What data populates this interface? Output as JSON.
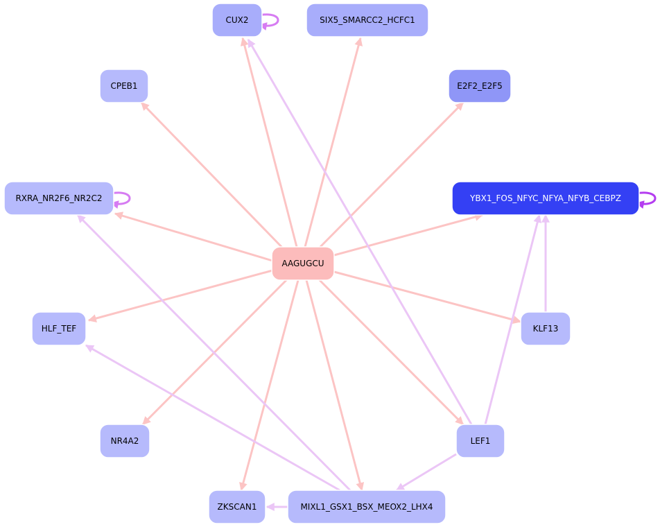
{
  "colors": {
    "pink_edge": "#fcc4c4",
    "purple_edge": "#ebc6f6",
    "self_loop": "#d67cf2",
    "self_loop_dark": "#b43df0",
    "hub_fill": "#fcbcbc",
    "node_fill": "#b6bafc",
    "node_fill_mid": "#a8adfb",
    "node_fill_dark": "#8f96f7",
    "node_fill_strong": "#3440f4",
    "text": "#000000",
    "text_light": "#ffffff"
  },
  "nodes": [
    {
      "id": "hub",
      "label": "AAGUGCU",
      "fill": "hub_fill",
      "text": "text"
    },
    {
      "id": "cux2",
      "label": "CUX2",
      "fill": "node_fill_mid",
      "text": "text"
    },
    {
      "id": "six5",
      "label": "SIX5_SMARCC2_HCFC1",
      "fill": "node_fill_mid",
      "text": "text"
    },
    {
      "id": "cpeb1",
      "label": "CPEB1",
      "fill": "node_fill",
      "text": "text"
    },
    {
      "id": "e2f2",
      "label": "E2F2_E2F5",
      "fill": "node_fill_dark",
      "text": "text"
    },
    {
      "id": "rxra",
      "label": "RXRA_NR2F6_NR2C2",
      "fill": "node_fill",
      "text": "text"
    },
    {
      "id": "ybx1",
      "label": "YBX1_FOS_NFYC_NFYA_NFYB_CEBPZ",
      "fill": "node_fill_strong",
      "text": "text_light"
    },
    {
      "id": "hlf",
      "label": "HLF_TEF",
      "fill": "node_fill",
      "text": "text"
    },
    {
      "id": "klf13",
      "label": "KLF13",
      "fill": "node_fill",
      "text": "text"
    },
    {
      "id": "nr4a2",
      "label": "NR4A2",
      "fill": "node_fill",
      "text": "text"
    },
    {
      "id": "lef1",
      "label": "LEF1",
      "fill": "node_fill",
      "text": "text"
    },
    {
      "id": "zkscan1",
      "label": "ZKSCAN1",
      "fill": "node_fill",
      "text": "text"
    },
    {
      "id": "mixl1",
      "label": "MIXL1_GSX1_BSX_MEOX2_LHX4",
      "fill": "node_fill",
      "text": "text"
    }
  ],
  "edges": [
    {
      "from": "hub",
      "to": "cux2",
      "color": "pink_edge"
    },
    {
      "from": "hub",
      "to": "six5",
      "color": "pink_edge"
    },
    {
      "from": "hub",
      "to": "cpeb1",
      "color": "pink_edge"
    },
    {
      "from": "hub",
      "to": "e2f2",
      "color": "pink_edge"
    },
    {
      "from": "hub",
      "to": "rxra",
      "color": "pink_edge"
    },
    {
      "from": "hub",
      "to": "ybx1",
      "color": "pink_edge"
    },
    {
      "from": "hub",
      "to": "hlf",
      "color": "pink_edge"
    },
    {
      "from": "hub",
      "to": "klf13",
      "color": "pink_edge"
    },
    {
      "from": "hub",
      "to": "nr4a2",
      "color": "pink_edge"
    },
    {
      "from": "hub",
      "to": "lef1",
      "color": "pink_edge"
    },
    {
      "from": "hub",
      "to": "zkscan1",
      "color": "pink_edge"
    },
    {
      "from": "hub",
      "to": "mixl1",
      "color": "pink_edge"
    },
    {
      "from": "lef1",
      "to": "cux2",
      "color": "purple_edge"
    },
    {
      "from": "lef1",
      "to": "ybx1",
      "color": "purple_edge"
    },
    {
      "from": "lef1",
      "to": "mixl1",
      "color": "purple_edge"
    },
    {
      "from": "klf13",
      "to": "ybx1",
      "color": "purple_edge"
    },
    {
      "from": "mixl1",
      "to": "rxra",
      "color": "purple_edge"
    },
    {
      "from": "mixl1",
      "to": "hlf",
      "color": "purple_edge"
    },
    {
      "from": "mixl1",
      "to": "zkscan1",
      "color": "purple_edge"
    }
  ],
  "self_loops": [
    {
      "node": "cux2",
      "color": "self_loop"
    },
    {
      "node": "rxra",
      "color": "self_loop"
    },
    {
      "node": "ybx1",
      "color": "self_loop_dark"
    }
  ]
}
